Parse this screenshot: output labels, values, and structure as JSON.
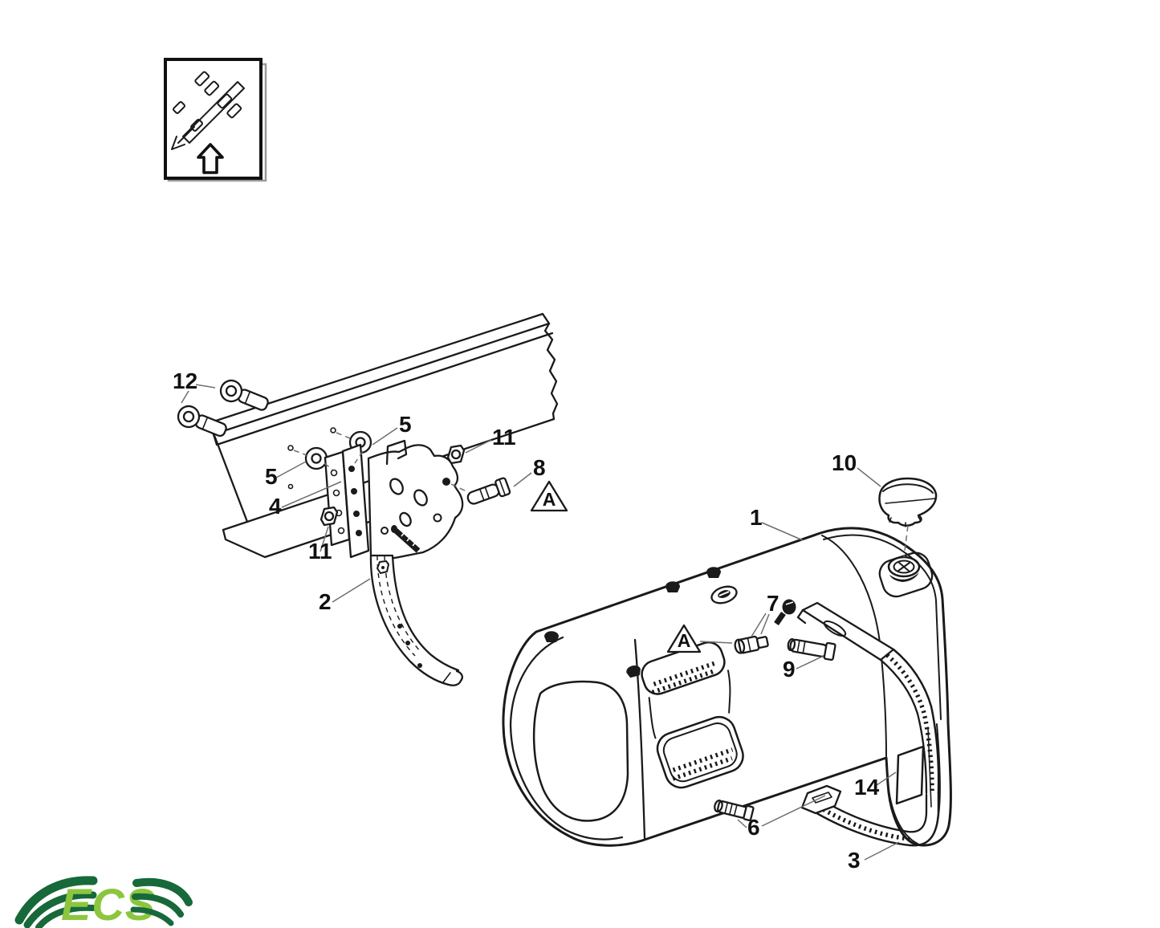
{
  "diagram": {
    "title_hint": "fuel-tank-and-mounting-parts-exploded-view",
    "callouts": {
      "tank": "1",
      "bracket": "2",
      "strap": "3",
      "plate": "4",
      "washer_a": "5",
      "washer_b": "5",
      "bolt6": "6",
      "fitting7": "7",
      "pin8": "8",
      "bolt9": "9",
      "cap10": "10",
      "nut11a": "11",
      "nut11b": "11",
      "bolt12": "12",
      "decal14": "14"
    },
    "view_marker": {
      "letter": "A"
    },
    "colors": {
      "line": "#1a1a1a",
      "leader": "#6e6e6e",
      "background": "#ffffff"
    }
  },
  "logo": {
    "text": "ECS",
    "dark_green": "#17693A",
    "light_green": "#8CC63F"
  }
}
